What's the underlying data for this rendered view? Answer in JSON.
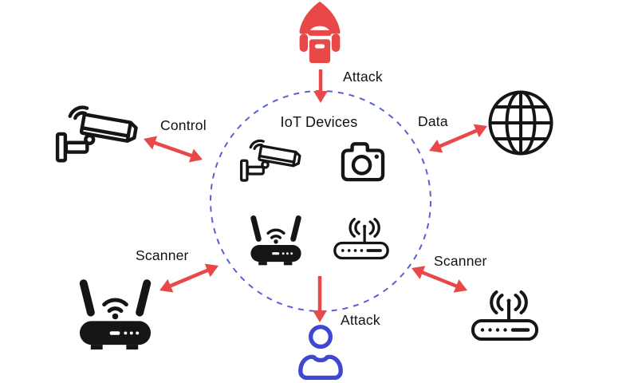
{
  "diagram": {
    "center_label": "IoT Devices",
    "flows": {
      "attack_top": "Attack",
      "control": "Control",
      "data": "Data",
      "scanner_left": "Scanner",
      "scanner_right": "Scanner",
      "attack_bottom": "Attack"
    },
    "icons": {
      "attacker": "hacker-icon",
      "external_camera": "cctv-camera-icon",
      "internet": "globe-icon",
      "external_router": "wifi-router-icon",
      "external_modem": "modem-icon",
      "victim": "user-icon",
      "iot_devices": [
        "cctv-camera-icon",
        "photo-camera-icon",
        "wifi-router-icon",
        "modem-icon"
      ]
    },
    "colors": {
      "attack_red": "#e84848",
      "victim_blue": "#3d47d3",
      "boundary_blue": "#5a5fd8",
      "icon_black": "#151515",
      "label_text": "#111111",
      "background": "#ffffff"
    }
  }
}
